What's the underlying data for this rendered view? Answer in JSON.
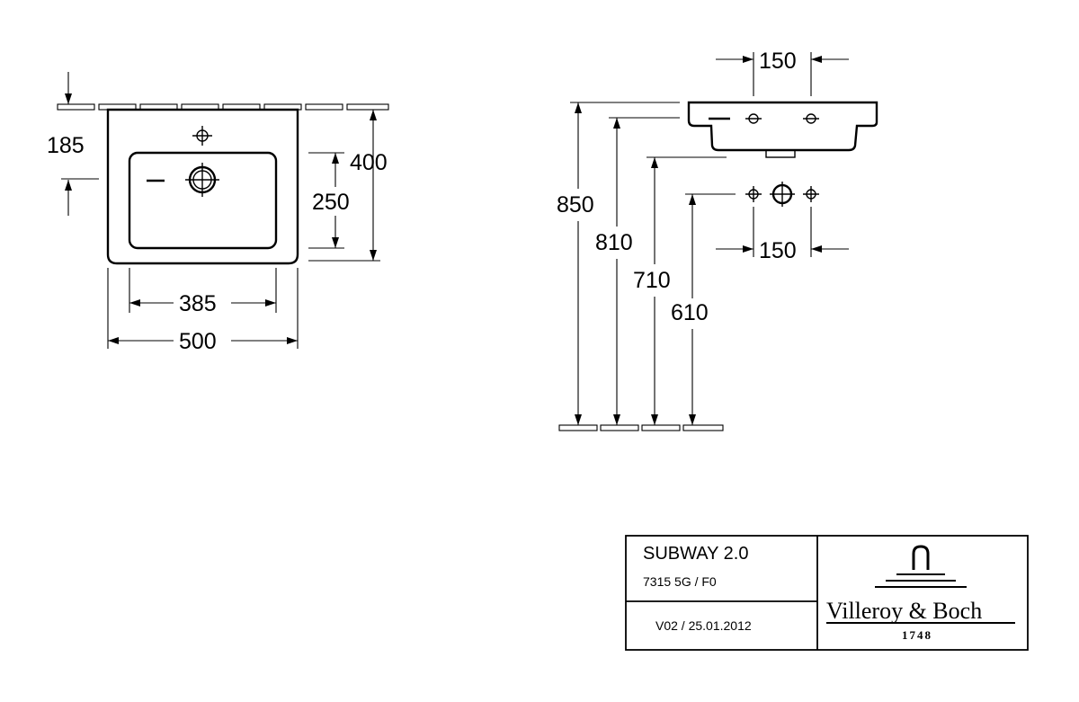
{
  "top_view": {
    "dim_depth_offset": "185",
    "dim_total_depth": "400",
    "dim_basin_depth": "250",
    "dim_basin_width": "385",
    "dim_total_width": "500"
  },
  "side_view": {
    "dim_tap_spacing_top": "150",
    "dim_tap_spacing_bottom": "150",
    "dim_height_850": "850",
    "dim_height_810": "810",
    "dim_height_710": "710",
    "dim_height_610": "610"
  },
  "title_block": {
    "product_name": "SUBWAY 2.0",
    "article_number": "7315 5G / F0",
    "version_date": "V02 / 25.01.2012",
    "brand_name": "Villeroy & Boch",
    "brand_year": "1748"
  },
  "icons": {
    "brand_logo": "faucet-logo-icon",
    "tap_hole": "crosshair-circle-icon"
  },
  "colors": {
    "line": "#000000",
    "background": "#ffffff"
  }
}
